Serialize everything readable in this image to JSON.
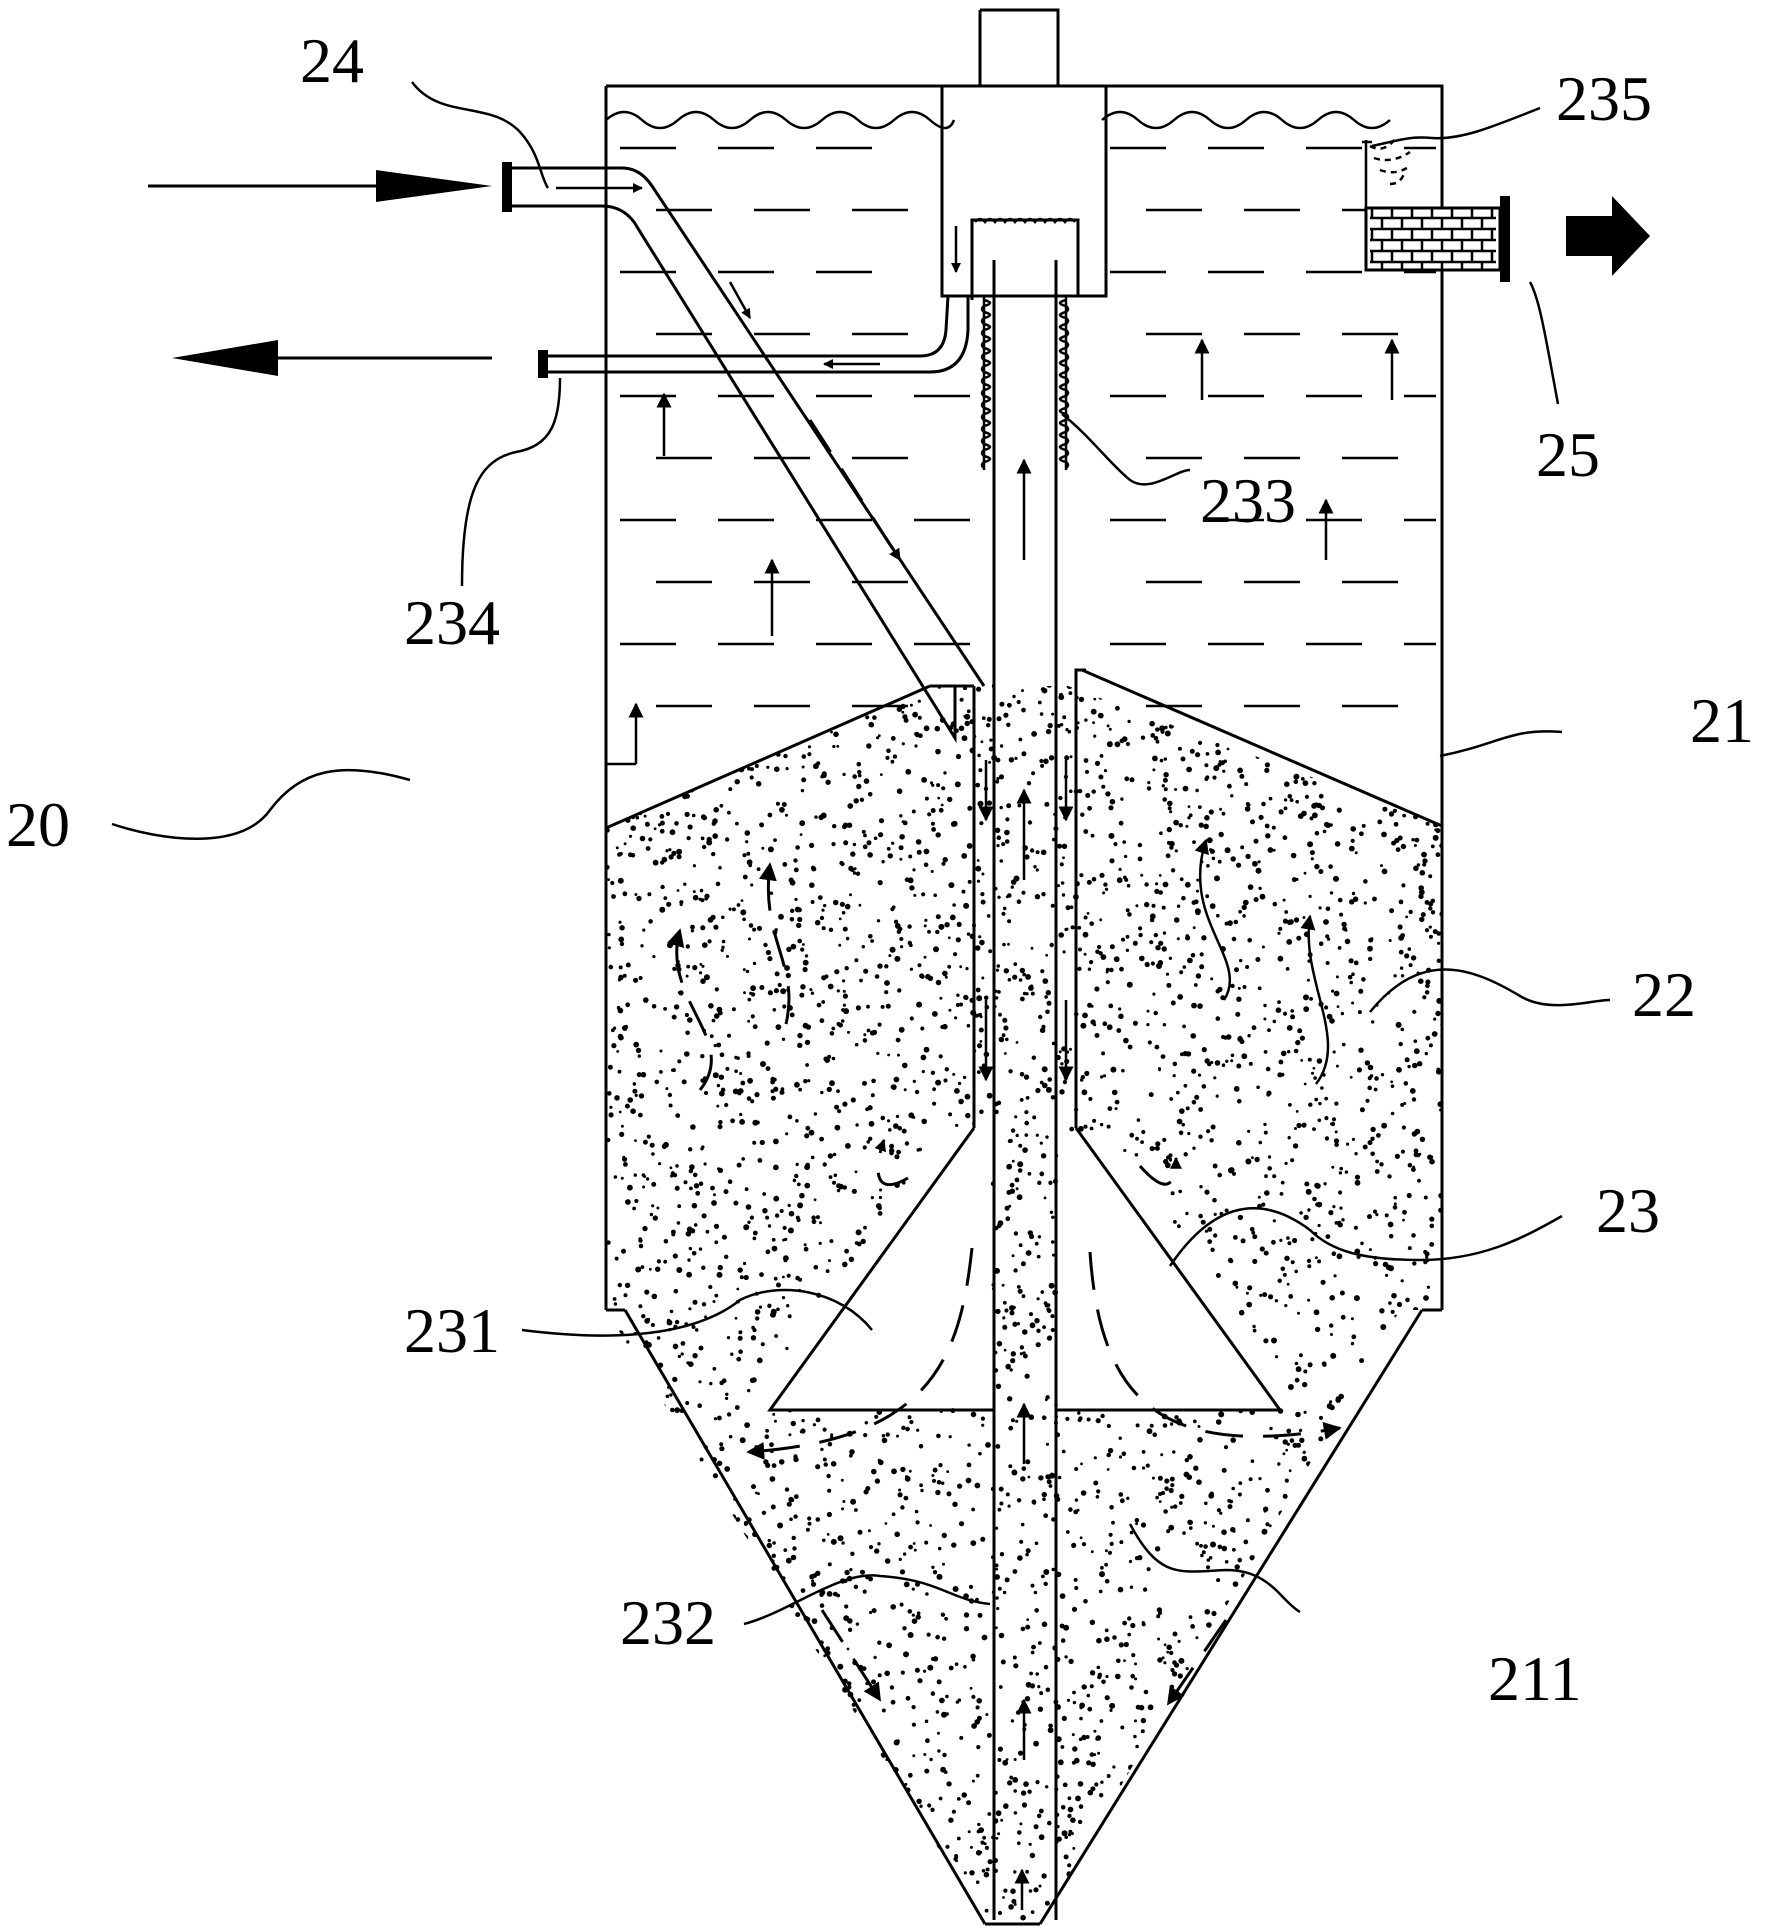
{
  "labels": {
    "l20": "20",
    "l21": "21",
    "l22": "22",
    "l23": "23",
    "l24": "24",
    "l25": "25",
    "l211": "211",
    "l231": "231",
    "l232": "232",
    "l233": "233",
    "l234": "234",
    "l235": "235"
  },
  "colors": {
    "line": "#000000",
    "background": "#ffffff",
    "sand_dots": "#000000"
  },
  "icons": {
    "inlet_arrow": "arrow-right-icon",
    "return_arrow": "arrow-left-icon",
    "outlet_arrow": "bold-arrow-right-icon"
  }
}
